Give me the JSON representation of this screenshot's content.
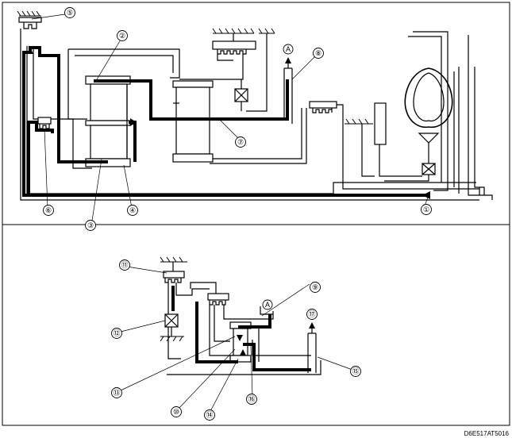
{
  "callouts": [
    {
      "id": "c1",
      "label": "①"
    },
    {
      "id": "c2",
      "label": "②"
    },
    {
      "id": "c3",
      "label": "③"
    },
    {
      "id": "c4",
      "label": "④"
    },
    {
      "id": "c5",
      "label": "⑤"
    },
    {
      "id": "c6",
      "label": "⑥"
    },
    {
      "id": "c7",
      "label": "⑦"
    },
    {
      "id": "c8",
      "label": "⑧"
    },
    {
      "id": "c9",
      "label": "⑨"
    },
    {
      "id": "c10",
      "label": "⑩"
    },
    {
      "id": "c11",
      "label": "⑪"
    },
    {
      "id": "c12",
      "label": "⑫"
    },
    {
      "id": "c13",
      "label": "⑬"
    },
    {
      "id": "c14",
      "label": "⑭"
    },
    {
      "id": "c15",
      "label": "⑮"
    },
    {
      "id": "c16",
      "label": "⑯"
    },
    {
      "id": "c17",
      "label": "⑰"
    }
  ],
  "connector_labels": {
    "top": "A",
    "bottom": "A"
  },
  "figure_code": "D6E517AT5016"
}
